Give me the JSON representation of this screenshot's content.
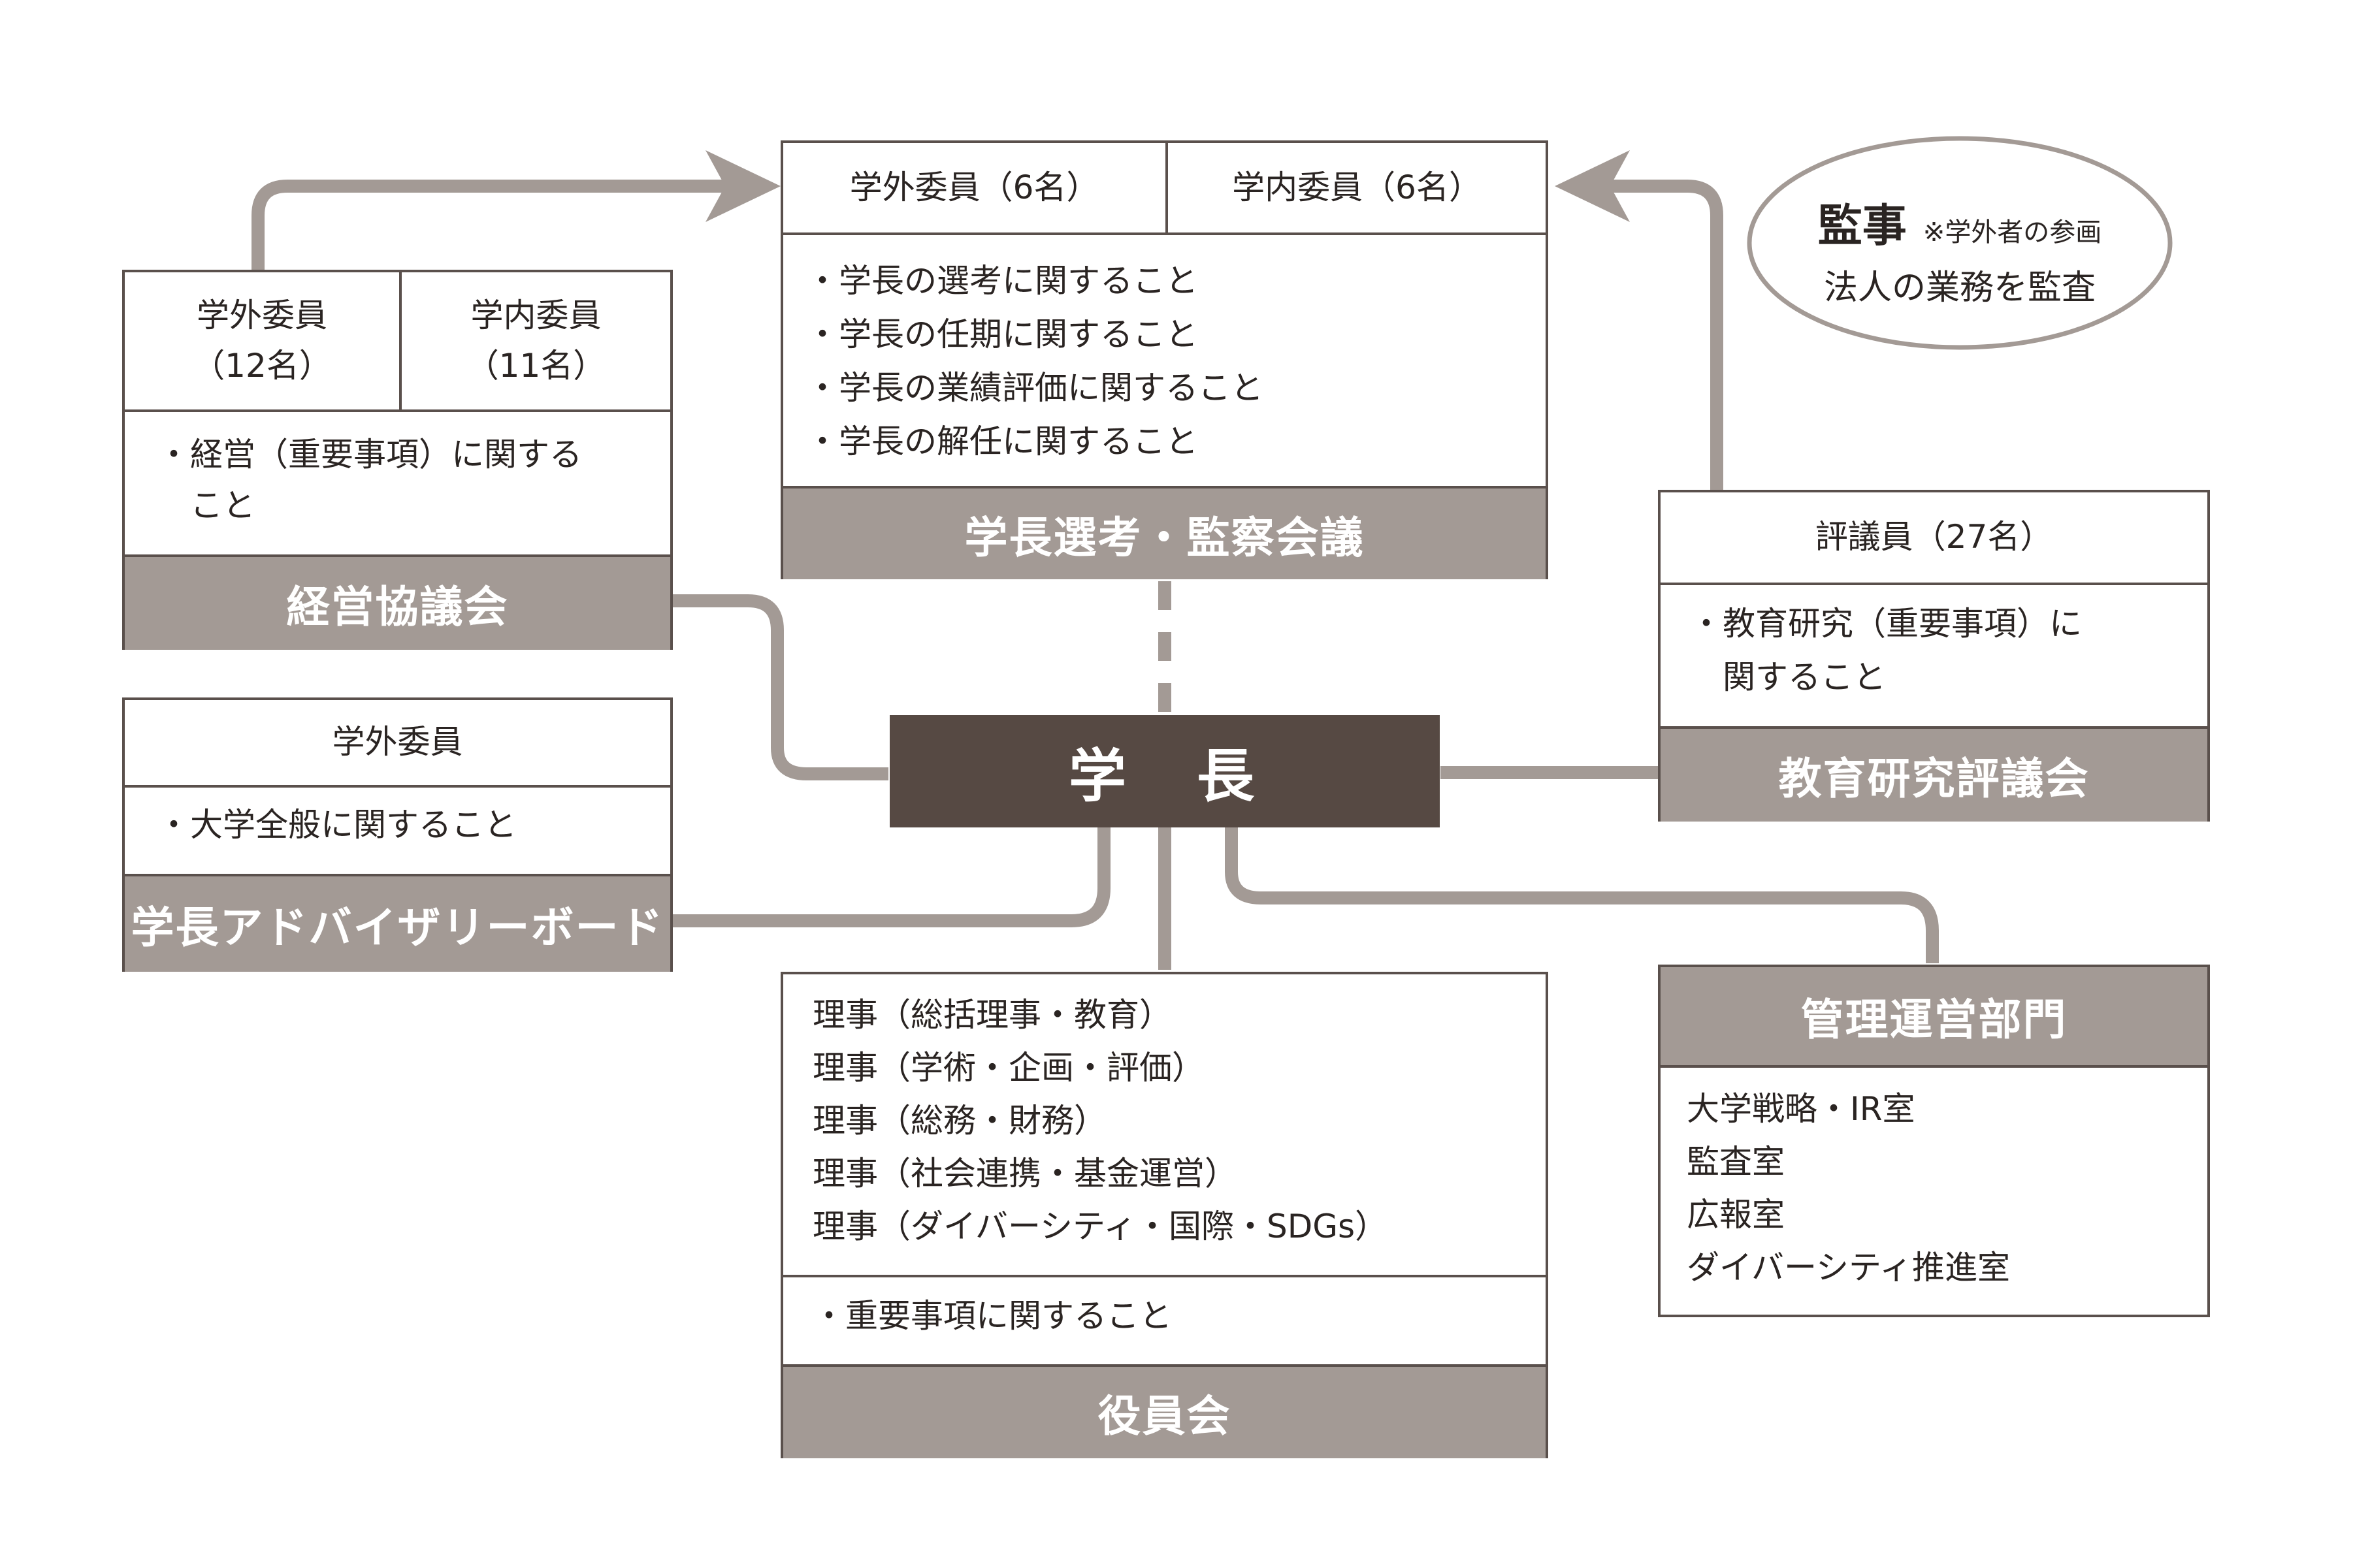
{
  "president": {
    "label": "学　長"
  },
  "selection_council": {
    "title": "学長選考・監察会議",
    "members_external": "学外委員（6名）",
    "members_internal": "学内委員（6名）",
    "duties": [
      "学長の選考に関すること",
      "学長の任期に関すること",
      "学長の業績評価に関すること",
      "学長の解任に関すること"
    ]
  },
  "management_council": {
    "title": "経営協議会",
    "members_external": [
      "学外委員",
      "（12名）"
    ],
    "members_internal": [
      "学内委員",
      "（11名）"
    ],
    "duties": [
      "経営（重要事項）に関する",
      "こと"
    ]
  },
  "advisory_board": {
    "title": "学長アドバイザリーボード",
    "members": "学外委員",
    "duties": [
      "大学全般に関すること"
    ]
  },
  "auditor": {
    "title": "監事",
    "note": "※学外者の参画",
    "desc": "法人の業務を監査"
  },
  "education_research_council": {
    "title": "教育研究評議会",
    "members": "評議員（27名）",
    "duties": [
      "教育研究（重要事項）に",
      "関すること"
    ]
  },
  "board": {
    "title": "役員会",
    "directors": [
      "理事（総括理事・教育）",
      "理事（学術・企画・評価）",
      "理事（総務・財務）",
      "理事（社会連携・基金運営）",
      "理事（ダイバーシティ・国際・SDGs）"
    ],
    "duties": [
      "重要事項に関すること"
    ]
  },
  "admin_division": {
    "title": "管理運営部門",
    "units": [
      "大学戦略・IR室",
      "監査室",
      "広報室",
      "ダイバーシティ推進室"
    ]
  },
  "colors": {
    "header_fill": "#a39a95",
    "president_fill": "#564943",
    "connector": "#a39a95",
    "border": "#5a504c"
  }
}
